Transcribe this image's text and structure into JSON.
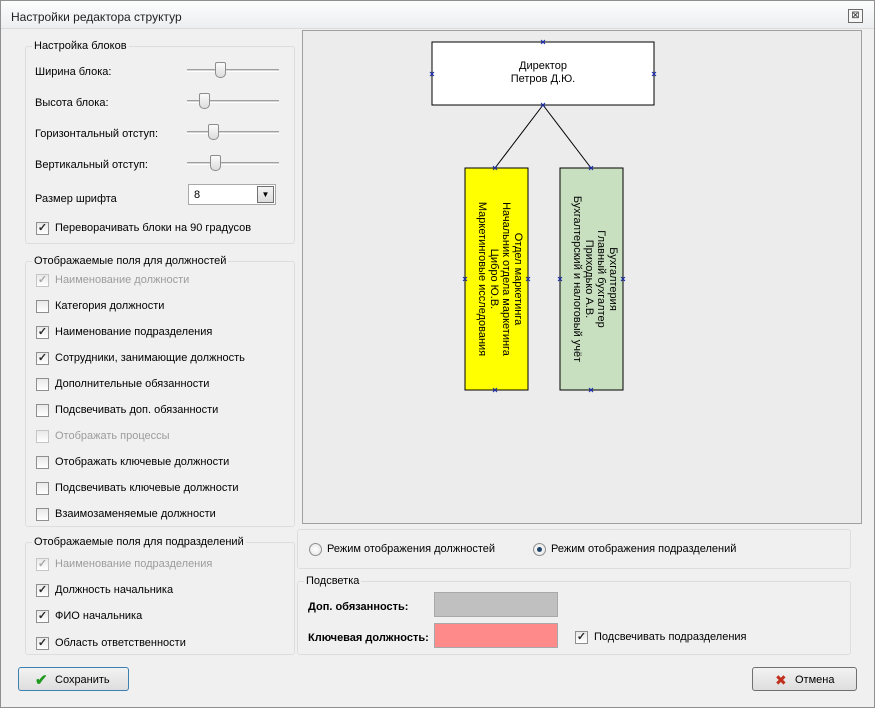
{
  "window": {
    "title": "Настройки редактора структур",
    "close_glyph": "⊠"
  },
  "block_settings": {
    "title": "Настройка блоков",
    "width_label": "Ширина блока:",
    "height_label": "Высота блока:",
    "hgap_label": "Горизонтальный отступ:",
    "vgap_label": "Вертикальный отступ:",
    "width_level": 0.36,
    "height_level": 0.19,
    "hgap_level": 0.28,
    "vgap_level": 0.3,
    "font_size_label": "Размер шрифта",
    "font_size_value": "8",
    "rotate_label": "Переворачивать блоки на 90 градусов",
    "rotate_checked": true
  },
  "position_fields": {
    "title": "Отображаемые поля для должностей",
    "items": [
      {
        "label": "Наименование должности",
        "checked": true,
        "disabled": true
      },
      {
        "label": "Категория должности",
        "checked": false,
        "disabled": false
      },
      {
        "label": "Наименование подразделения",
        "checked": true,
        "disabled": false
      },
      {
        "label": "Сотрудники, занимающие должность",
        "checked": true,
        "disabled": false
      },
      {
        "label": "Дополнительные обязанности",
        "checked": false,
        "disabled": false
      },
      {
        "label": "Подсвечивать доп. обязанности",
        "checked": false,
        "disabled": false
      },
      {
        "label": "Отображать процессы",
        "checked": false,
        "disabled": true
      },
      {
        "label": "Отображать ключевые должности",
        "checked": false,
        "disabled": false
      },
      {
        "label": "Подсвечивать ключевые должности",
        "checked": false,
        "disabled": false
      },
      {
        "label": "Взаимозаменяемые должности",
        "checked": false,
        "disabled": false
      }
    ]
  },
  "department_fields": {
    "title": "Отображаемые поля для подразделений",
    "items": [
      {
        "label": "Наименование подразделения",
        "checked": true,
        "disabled": true
      },
      {
        "label": "Должность начальника",
        "checked": true,
        "disabled": false
      },
      {
        "label": "ФИО начальника",
        "checked": true,
        "disabled": false
      },
      {
        "label": "Область ответственности",
        "checked": true,
        "disabled": false
      }
    ]
  },
  "preview": {
    "root": {
      "line1": "Директор",
      "line2": "Петров Д.Ю.",
      "color": "#ffffff"
    },
    "children": [
      {
        "lines": [
          "Отдел маркетинга",
          "Начальник отдела маркетинга",
          "Цибро Ю.В.",
          "Маркетинговые исследования"
        ],
        "color": "#ffff00"
      },
      {
        "lines": [
          "Бухгалтерия",
          "Главный бухгалтер",
          "Приходько А.В.",
          "Бухгалтерский и налоговый учёт"
        ],
        "color": "#c8e0c0"
      }
    ]
  },
  "view_mode": {
    "positions_label": "Режим отображения должностей",
    "departments_label": "Режим отображения подразделений",
    "selected": "departments"
  },
  "highlight": {
    "title": "Подсветка",
    "extra_duty_label": "Доп. обязанность:",
    "extra_duty_color": "#c0c0c0",
    "key_position_label": "Ключевая должность:",
    "key_position_color": "#ff8a8a",
    "highlight_departments_label": "Подсвечивать подразделения",
    "highlight_departments_checked": true
  },
  "buttons": {
    "save_label": "Сохранить",
    "save_icon": "✔",
    "save_icon_color": "#1f9a1f",
    "cancel_label": "Отмена",
    "cancel_icon": "✖",
    "cancel_icon_color": "#c0301c"
  }
}
